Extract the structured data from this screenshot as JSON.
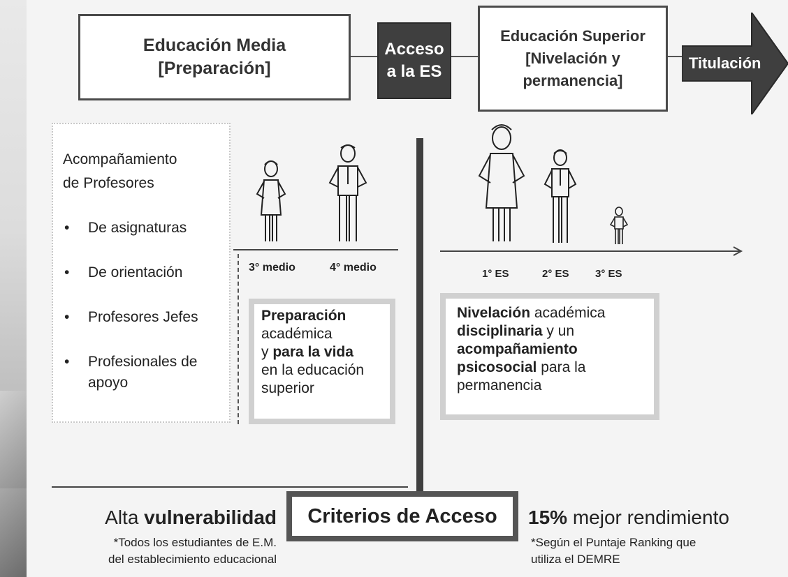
{
  "stages": {
    "media_line1": "Educación Media",
    "media_line2": "[Preparación]",
    "acceso_line1": "Acceso",
    "acceso_line2": "a la ES",
    "superior_line1": "Educación Superior",
    "superior_line2": "[Nivelación y",
    "superior_line3": "permanencia]",
    "titulacion": "Titulación"
  },
  "left_panel": {
    "heading_line1": "Acompañamiento",
    "heading_line2": "de Profesores",
    "items": [
      "De asignaturas",
      "De orientación",
      "Profesores Jefes",
      "Profesionales de apoyo"
    ]
  },
  "media_levels": [
    "3° medio",
    "4° medio"
  ],
  "es_levels": [
    "1° ES",
    "2° ES",
    "3° ES"
  ],
  "media_callout": {
    "b1": "Preparación",
    "t1": "académica",
    "t2": "y ",
    "b2": "para la vida",
    "t3": "en la educación",
    "t4": "superior"
  },
  "es_callout": {
    "b1": "Nivelación",
    "t1": " académica",
    "b2": "disciplinaria",
    "t2": " y un",
    "b3": "acompañamiento",
    "b4": "psicosocial",
    "t3": " para la",
    "t4": "permanencia"
  },
  "criteria": {
    "title": "Criterios de Acceso",
    "left_prefix": "Alta ",
    "left_bold": "vulnerabilidad",
    "left_note1": "*Todos los estudiantes de E.M.",
    "left_note2": "del establecimiento educacional",
    "right_bold": "15%",
    "right_rest": " mejor rendimiento",
    "right_note1": "*Según el Puntaje Ranking que",
    "right_note2": "utiliza el DEMRE"
  },
  "colors": {
    "dark_box": "#3f3f3f",
    "border": "#4a4a4a",
    "callout_border": "#d0d0d0"
  }
}
